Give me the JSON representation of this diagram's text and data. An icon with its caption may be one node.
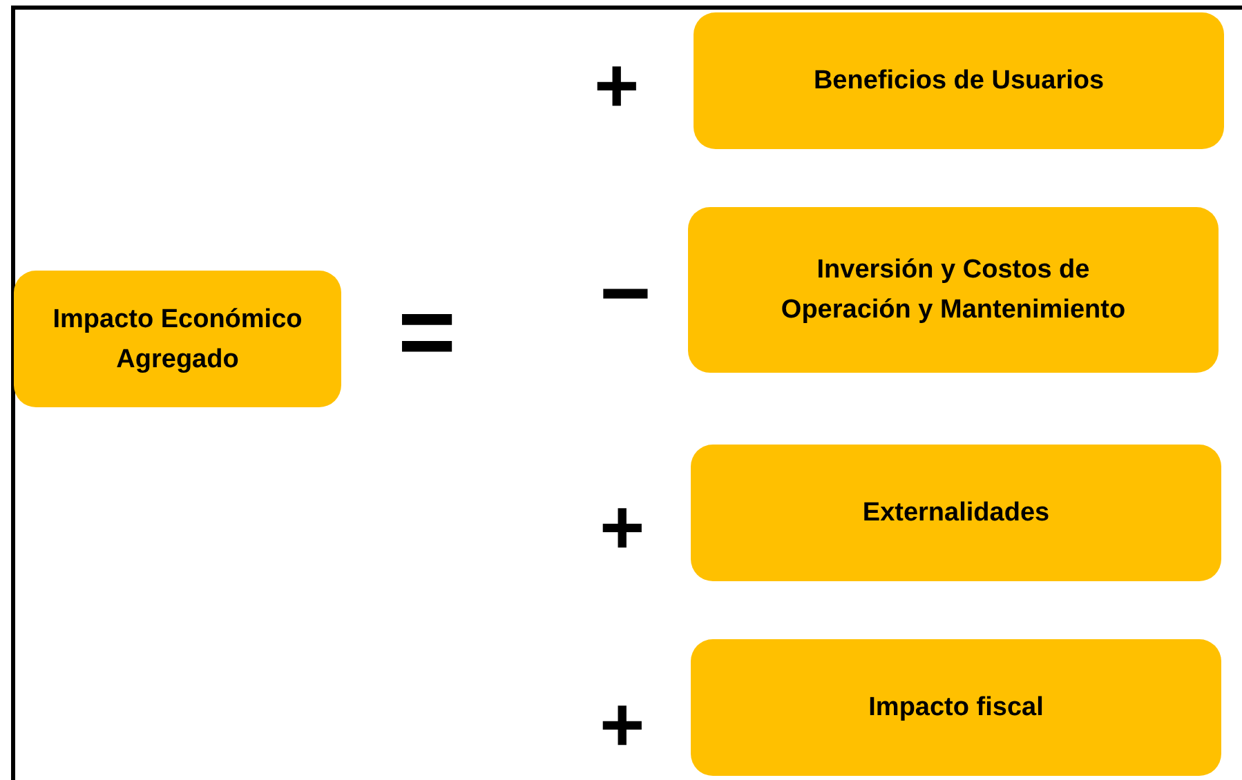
{
  "diagram": {
    "nodes": [
      {
        "text": [
          "Impacto Económico Agregado"
        ]
      },
      {
        "text": [
          "Beneficios de Usuarios"
        ]
      },
      {
        "text": [
          "Inversión y Costos de Operación y Mantenimiento"
        ]
      },
      {
        "text": [
          "Externalidades"
        ]
      },
      {
        "text": [
          "Impacto fiscal"
        ]
      }
    ],
    "labels": [
      "=",
      "+",
      "−",
      "+",
      "+"
    ]
  }
}
